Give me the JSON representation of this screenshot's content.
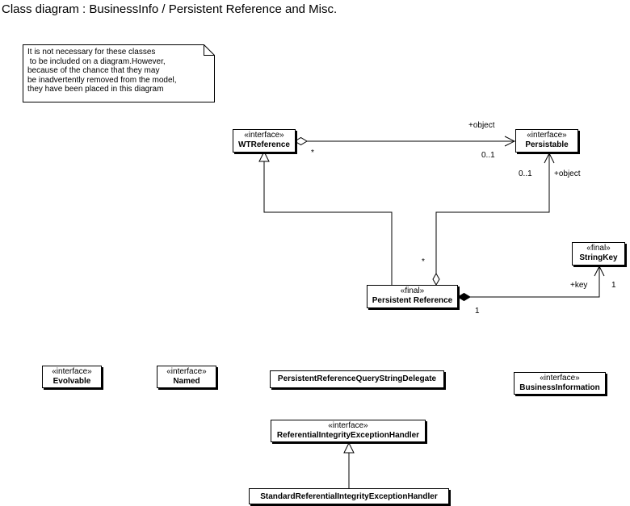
{
  "title": "Class diagram : BusinessInfo / Persistent Reference and Misc.",
  "note": {
    "lines": [
      "It is not necessary for these classes",
      " to be included on a diagram.However,",
      "because of the chance that they may",
      "be inadvertently removed from the model,",
      "they have been placed in this diagram"
    ]
  },
  "classes": {
    "wtreference": {
      "stereotype": "«interface»",
      "name": "WTReference"
    },
    "persistable": {
      "stereotype": "«interface»",
      "name": "Persistable"
    },
    "stringkey": {
      "stereotype": "«final»",
      "name": "StringKey"
    },
    "persistent_reference": {
      "stereotype": "«final»",
      "name": "Persistent Reference"
    },
    "evolvable": {
      "stereotype": "«interface»",
      "name": "Evolvable"
    },
    "named": {
      "stereotype": "«interface»",
      "name": "Named"
    },
    "query_delegate": {
      "name": "PersistentReferenceQueryStringDelegate"
    },
    "business_information": {
      "stereotype": "«interface»",
      "name": "BusinessInformation"
    },
    "ri_exception_handler": {
      "stereotype": "«interface»",
      "name": "ReferentialIntegrityExceptionHandler"
    },
    "standard_ri_exception_handler": {
      "name": "StandardReferentialIntegrityExceptionHandler"
    }
  },
  "labels": {
    "wtref_persist_role": "+object",
    "wtref_mult": "*",
    "persist_mult_top": "0..1",
    "persist_mult_right": "0..1",
    "persist_role_right": "+object",
    "pref_mult_star": "*",
    "stringkey_role": "+key",
    "stringkey_mult": "1",
    "pref_mult_one": "1"
  }
}
